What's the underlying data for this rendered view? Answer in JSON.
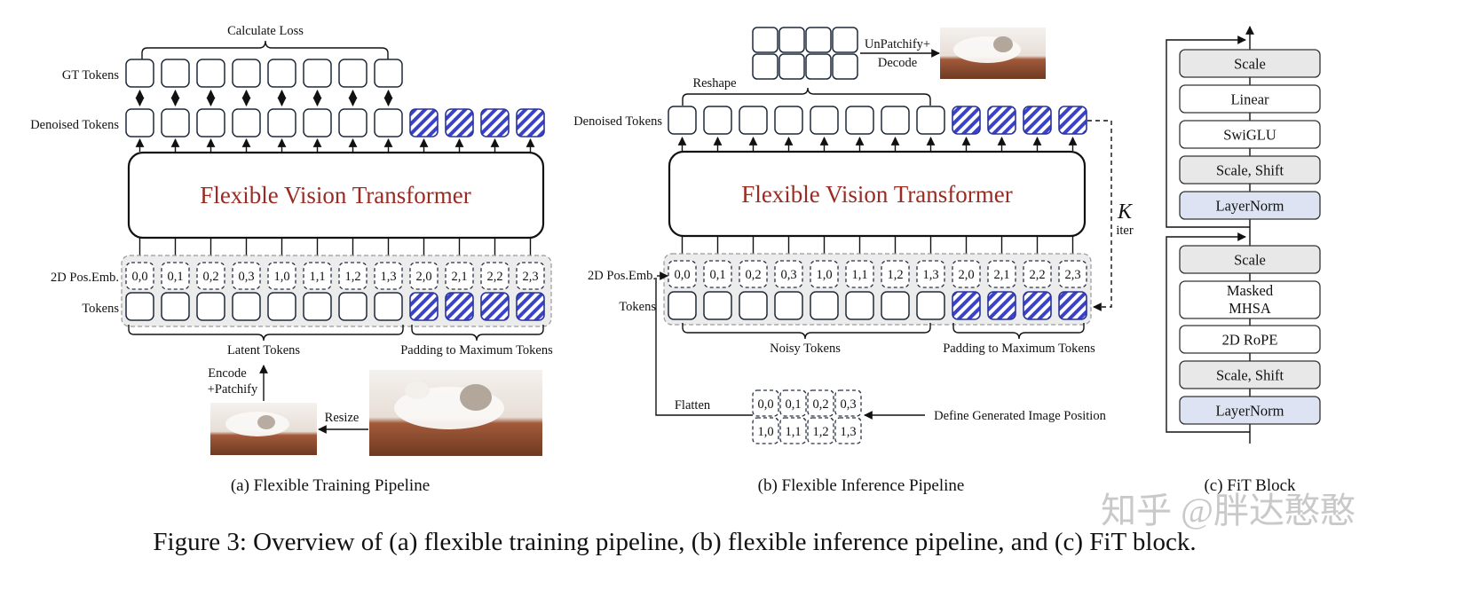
{
  "panel_a": {
    "calc_loss": "Calculate Loss",
    "gt_tokens": "GT Tokens",
    "denoised_tokens": "Denoised Tokens",
    "transformer": "Flexible Vision Transformer",
    "pos_emb": "2D Pos.Emb.",
    "tokens": "Tokens",
    "positions": [
      "0,0",
      "0,1",
      "0,2",
      "0,3",
      "1,0",
      "1,1",
      "1,2",
      "1,3",
      "2,0",
      "2,1",
      "2,2",
      "2,3"
    ],
    "latent_tokens": "Latent Tokens",
    "padding": "Padding to Maximum Tokens",
    "encode_line1": "Encode",
    "encode_line2": "+Patchify",
    "resize": "Resize",
    "caption": "(a) Flexible Training Pipeline"
  },
  "panel_b": {
    "unpatchify_line1": "UnPatchify+",
    "unpatchify_line2": "Decode",
    "reshape": "Reshape",
    "denoised_tokens": "Denoised Tokens",
    "transformer": "Flexible Vision Transformer",
    "k_label": "K",
    "iter_label": "iter",
    "pos_emb": "2D Pos.Emb.",
    "tokens": "Tokens",
    "positions": [
      "0,0",
      "0,1",
      "0,2",
      "0,3",
      "1,0",
      "1,1",
      "1,2",
      "1,3",
      "2,0",
      "2,1",
      "2,2",
      "2,3"
    ],
    "noisy_tokens": "Noisy Tokens",
    "padding": "Padding to Maximum Tokens",
    "flatten": "Flatten",
    "grid_positions": [
      "0,0",
      "0,1",
      "0,2",
      "0,3",
      "1,0",
      "1,1",
      "1,2",
      "1,3"
    ],
    "define_position": "Define Generated Image Position",
    "caption": "(b) Flexible Inference Pipeline"
  },
  "panel_c": {
    "blocks": [
      "Scale",
      "Linear",
      "SwiGLU",
      "Scale, Shift",
      "LayerNorm",
      "Scale",
      "Masked MHSA",
      "2D RoPE",
      "Scale, Shift",
      "LayerNorm"
    ],
    "caption": "(c) FiT Block"
  },
  "figure_caption": "Figure 3: Overview of (a) flexible training pipeline, (b) flexible inference pipeline, and (c) FiT block.",
  "watermark": "知乎 @胖达憨憨",
  "colors": {
    "transformer_text": "#9a2a22",
    "padding_hatch": "#3a43c8",
    "gray_block": "#e8e8e8",
    "blue_block": "#dde3f2",
    "pos_region": "#ececec"
  }
}
